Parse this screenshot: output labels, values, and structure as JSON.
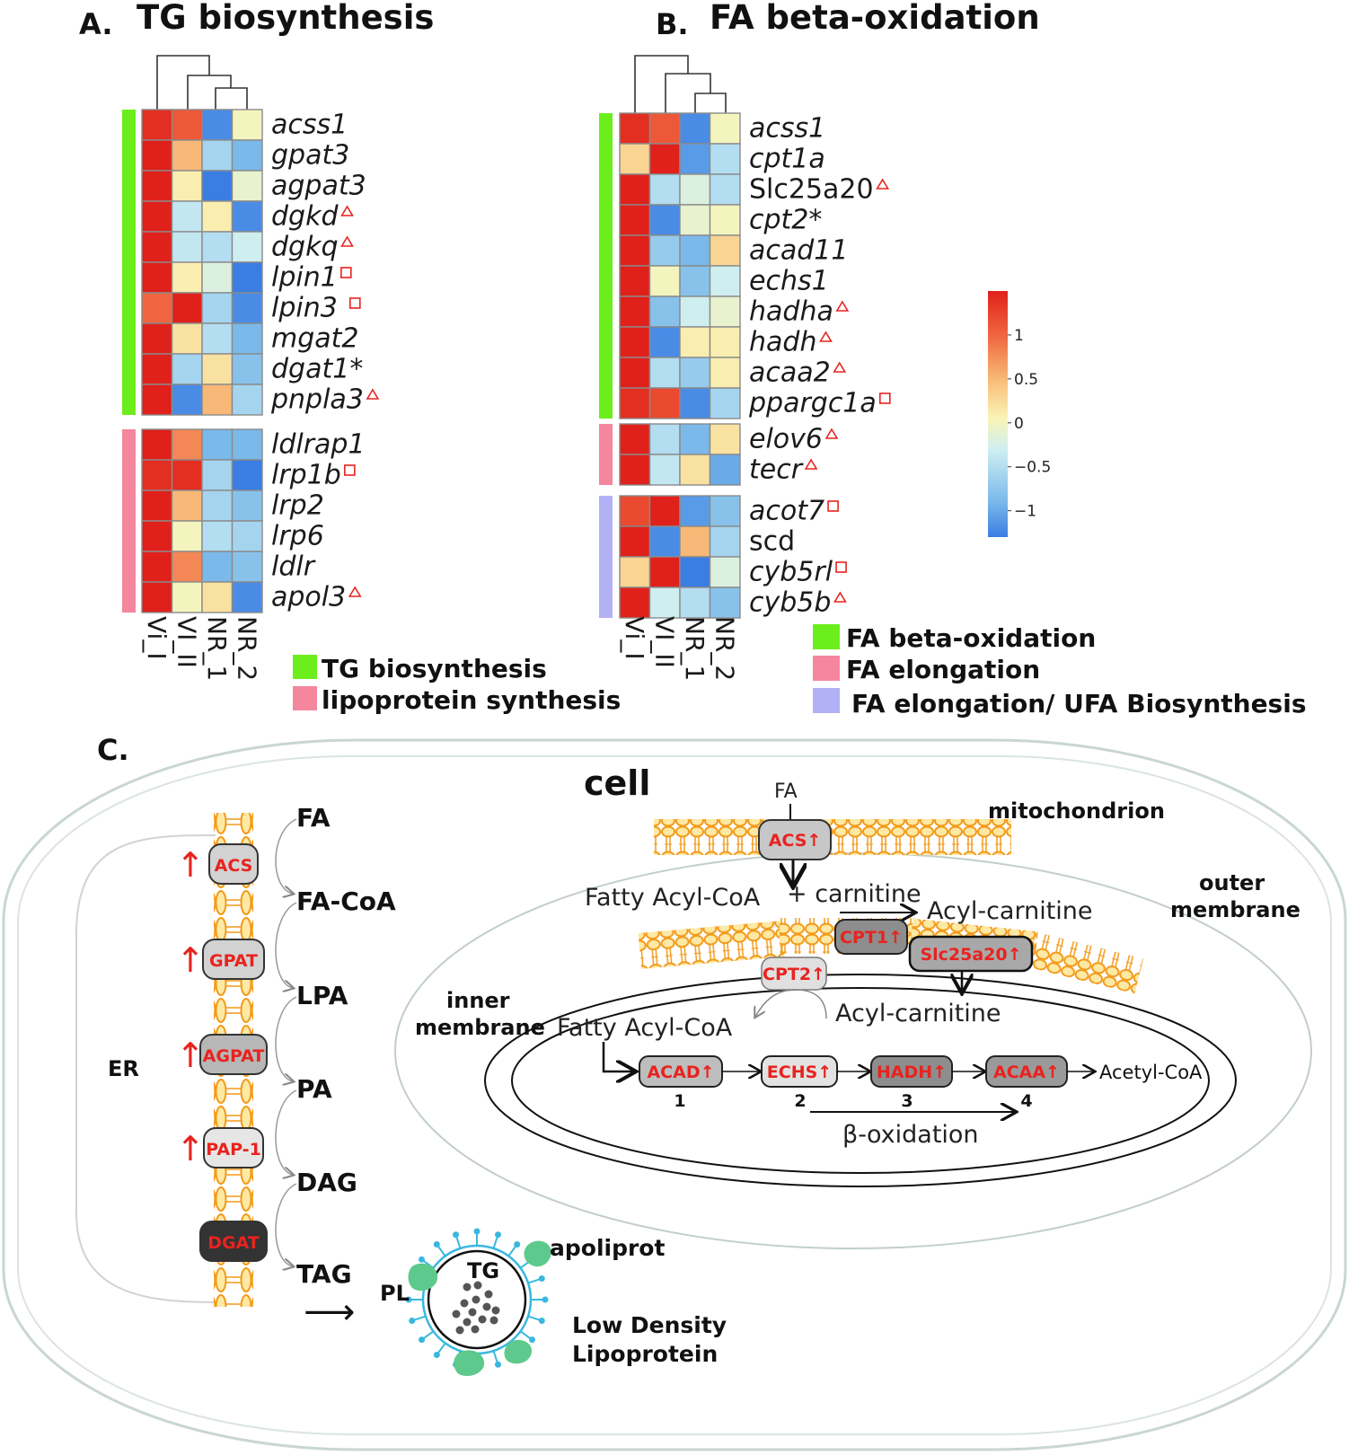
{
  "panel_a": {
    "letter": "A.",
    "title": "TG  biosynthesis",
    "samples": [
      "Vi_I",
      "VI_II",
      "NR_1",
      "NR_2"
    ],
    "genes": [
      "acss1",
      "gpat3",
      "agpat3",
      "dgkd",
      "dgkq",
      "lpin1",
      "lpin3",
      "mgat2",
      "dgat1*",
      "pnpla3",
      "ldlrap1",
      "lrp1b",
      "lrp2",
      "lrp6",
      "ldlr",
      "apol3"
    ],
    "markers": [
      "",
      "",
      "",
      "triangle",
      "triangle",
      "square",
      "square",
      "",
      "",
      "triangle",
      "",
      "square",
      "",
      "",
      "",
      "triangle"
    ],
    "groups": [
      {
        "label": "TG biosynthesis",
        "color": "#6cee1c",
        "rows": 10
      },
      {
        "label": "lipoprotein synthesis",
        "color": "#f4869e",
        "rows": 6
      }
    ]
  },
  "panel_b": {
    "letter": "B.",
    "title": "FA beta-oxidation",
    "samples": [
      "Vi_I",
      "VI_II",
      "NR_1",
      "NR_2"
    ],
    "genes": [
      "acss1",
      "cpt1a",
      "Slc25a20",
      "cpt2*",
      "acad11",
      "echs1",
      "hadha",
      "hadh",
      "acaa2",
      "ppargc1a",
      "elov6",
      "tecr",
      "acot7",
      "scd",
      "cyb5rl",
      "cyb5b"
    ],
    "upright_genes": [
      "Slc25a20",
      "scd"
    ],
    "markers": [
      "",
      "",
      "triangle",
      "",
      "",
      "",
      "triangle",
      "triangle",
      "triangle",
      "square",
      "triangle",
      "triangle",
      "square",
      "",
      "square",
      "triangle"
    ],
    "groups": [
      {
        "label": "FA beta-oxidation",
        "color": "#6cee1c",
        "rows": 10
      },
      {
        "label": "FA elongation",
        "color": "#f4869e",
        "rows": 2
      },
      {
        "label": "FA elongation/ UFA Biosynthesis",
        "color": "#b3b1f5",
        "rows": 4
      }
    ]
  },
  "chart_data": [
    {
      "type": "heatmap",
      "title": "TG  biosynthesis",
      "columns": [
        "Vi_I",
        "VI_II",
        "NR_1",
        "NR_2"
      ],
      "rows": [
        "acss1",
        "gpat3",
        "agpat3",
        "dgkd",
        "dgkq",
        "lpin1",
        "lpin3",
        "mgat2",
        "dgat1*",
        "pnpla3",
        "ldlrap1",
        "lrp1b",
        "lrp2",
        "lrp6",
        "ldlr",
        "apol3"
      ],
      "values": [
        [
          1.4,
          1.1,
          -1.2,
          0.0
        ],
        [
          1.5,
          0.5,
          -0.6,
          -0.9
        ],
        [
          1.5,
          0.1,
          -1.3,
          -0.1
        ],
        [
          1.5,
          -0.4,
          0.1,
          -1.2
        ],
        [
          1.5,
          -0.4,
          -0.5,
          -0.3
        ],
        [
          1.5,
          0.1,
          -0.2,
          -1.3
        ],
        [
          1.0,
          1.5,
          -0.6,
          -1.2
        ],
        [
          1.5,
          0.2,
          -0.5,
          -0.9
        ],
        [
          1.5,
          -0.6,
          0.2,
          -0.8
        ],
        [
          1.5,
          -1.2,
          0.5,
          -0.6
        ],
        [
          1.5,
          0.8,
          -0.9,
          -0.9
        ],
        [
          1.4,
          1.4,
          -0.6,
          -1.3
        ],
        [
          1.5,
          0.5,
          -0.6,
          -0.8
        ],
        [
          1.5,
          0.0,
          -0.5,
          -0.6
        ],
        [
          1.5,
          0.8,
          -0.9,
          -0.8
        ],
        [
          1.5,
          0.0,
          0.2,
          -1.2
        ]
      ],
      "color_range": [
        -1.3,
        1.5
      ]
    },
    {
      "type": "heatmap",
      "title": "FA beta-oxidation",
      "columns": [
        "Vi_I",
        "VI_II",
        "NR_1",
        "NR_2"
      ],
      "rows": [
        "acss1",
        "cpt1a",
        "Slc25a20",
        "cpt2*",
        "acad11",
        "echs1",
        "hadha",
        "hadh",
        "acaa2",
        "ppargc1a",
        "elov6",
        "tecr",
        "acot7",
        "scd",
        "cyb5rl",
        "cyb5b"
      ],
      "values": [
        [
          1.4,
          1.1,
          -1.2,
          0.0
        ],
        [
          0.3,
          1.5,
          -1.1,
          -0.5
        ],
        [
          1.5,
          -0.5,
          -0.2,
          -0.5
        ],
        [
          1.5,
          -1.2,
          -0.1,
          0.0
        ],
        [
          1.5,
          -0.7,
          -0.9,
          0.3
        ],
        [
          1.5,
          0.0,
          -0.8,
          -0.3
        ],
        [
          1.5,
          -0.8,
          -0.3,
          -0.1
        ],
        [
          1.5,
          -1.2,
          0.1,
          0.1
        ],
        [
          1.5,
          -0.5,
          -0.7,
          0.1
        ],
        [
          1.4,
          1.2,
          -1.2,
          -0.6
        ],
        [
          1.5,
          -0.5,
          -0.9,
          0.2
        ],
        [
          1.5,
          -0.4,
          0.2,
          -1.0
        ],
        [
          1.2,
          1.5,
          -1.1,
          -0.8
        ],
        [
          1.5,
          -1.2,
          0.5,
          -0.6
        ],
        [
          0.3,
          1.5,
          -1.3,
          -0.2
        ],
        [
          1.5,
          -0.3,
          -0.5,
          -0.8
        ]
      ],
      "color_range": [
        -1.3,
        1.5
      ]
    }
  ],
  "colorbar": {
    "ticks": [
      "1",
      "0.5",
      "0",
      "−0.5",
      "−1"
    ],
    "tick_values": [
      1,
      0.5,
      0,
      -0.5,
      -1
    ],
    "range": [
      -1.3,
      1.5
    ],
    "colors": [
      "#3a7de3",
      "#79b8ea",
      "#cdeef2",
      "#f9f5b8",
      "#f9c37e",
      "#f0663f",
      "#e0201b"
    ]
  },
  "legend_a": [
    "TG biosynthesis",
    "lipoprotein synthesis"
  ],
  "legend_b": [
    "FA beta-oxidation",
    "FA elongation",
    "FA elongation/ UFA Biosynthesis"
  ],
  "panel_c": {
    "letter": "C.",
    "cell_label": "cell",
    "er_label": "ER",
    "er_enzymes": [
      "ACS",
      "GPAT",
      "AGPAT",
      "PAP-1",
      "DGAT"
    ],
    "er_metabolites": [
      "FA",
      "FA-CoA",
      "LPA",
      "PA",
      "DAG",
      "TAG"
    ],
    "up_arrow": "↑",
    "lipo_arrow": "⟶",
    "ldl": {
      "tg": "TG",
      "pl": "PL",
      "apo": "apoliprot",
      "name_line1": "Low Density",
      "name_line2": "Lipoprotein"
    },
    "mito": {
      "label": "mitochondrion",
      "outer1": "outer",
      "outer2": "membrane",
      "inner1": "inner",
      "inner2": "membrane",
      "fa": "FA",
      "acs": "ACS↑",
      "fatty_acyl_coa": "Fatty Acyl-CoA",
      "plus_carnitine": "+ carnitine",
      "acyl_carnitine_out": "Acyl-carnitine",
      "cpt1": "CPT1↑",
      "slc": "Slc25a20↑",
      "cpt2": "CPT2↑",
      "acyl_carnitine_in": "Acyl-carnitine",
      "fatty_acyl_coa_in": "Fatty Acyl-CoA",
      "steps": [
        "ACAD↑",
        "ECHS↑",
        "HADH↑",
        "ACAA↑"
      ],
      "step_numbers": [
        "1",
        "2",
        "3",
        "4"
      ],
      "acetyl": "Acetyl-CoA",
      "beta": "β-oxidation"
    }
  }
}
